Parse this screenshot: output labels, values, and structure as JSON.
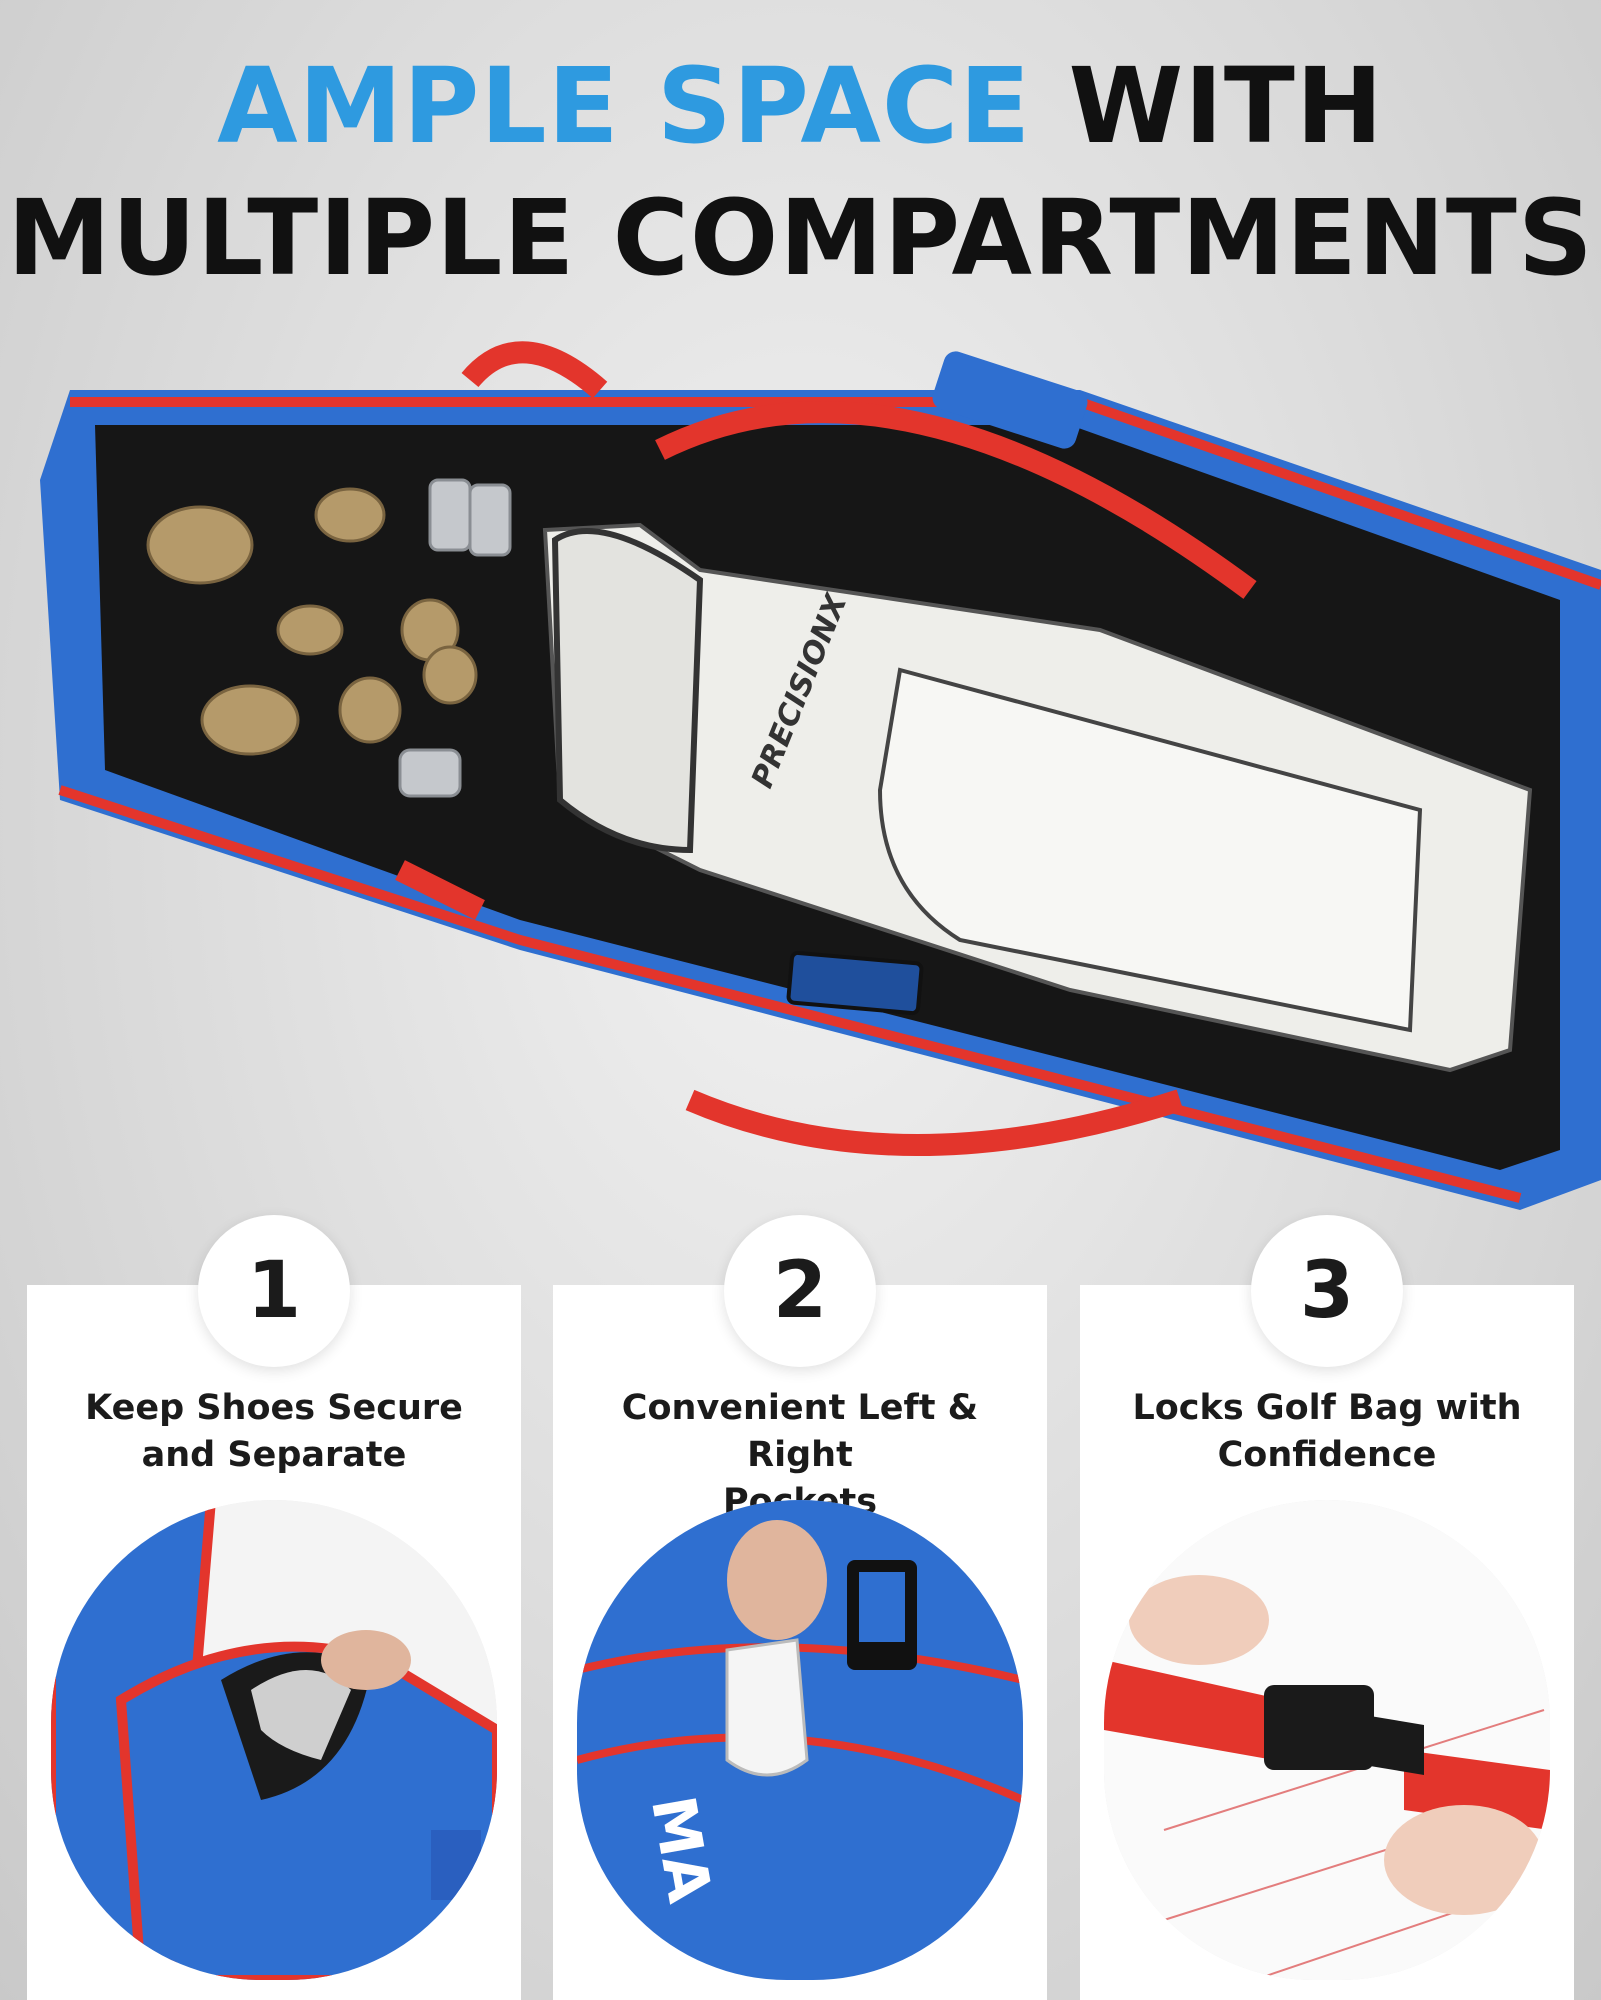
{
  "headline": {
    "accent": "AMPLE SPACE",
    "rest_line1": "WITH",
    "line2": "MULTIPLE COMPARTMENTS"
  },
  "hero": {
    "brand_on_bag": "PRECISIONX"
  },
  "features": [
    {
      "number": "1",
      "line1": "Keep Shoes Secure",
      "line2": "and Separate"
    },
    {
      "number": "2",
      "line1": "Convenient Left & Right",
      "line2": "Pockets"
    },
    {
      "number": "3",
      "line1": "Locks Golf Bag with",
      "line2": "Confidence"
    }
  ],
  "colors": {
    "accent_blue": "#2e9ae0",
    "bag_blue": "#2f6fd0",
    "trim_red": "#e3352c",
    "text_dark": "#111111"
  }
}
